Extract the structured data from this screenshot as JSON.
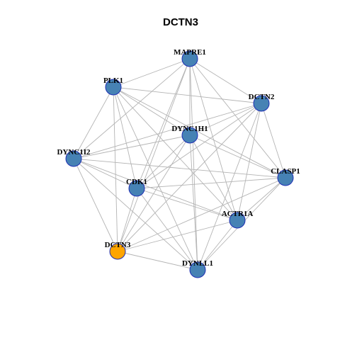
{
  "title": "DCTN3",
  "colors": {
    "node_default": "#4682b4",
    "node_highlight": "#ffa500",
    "node_border": "#1f2fb4",
    "edge": "#b4b4b4"
  },
  "nodes": [
    {
      "id": "MAPRE1",
      "label": "MAPRE1",
      "highlight": false
    },
    {
      "id": "PLK1",
      "label": "PLK1",
      "highlight": false
    },
    {
      "id": "DCTN2",
      "label": "DCTN2",
      "highlight": false
    },
    {
      "id": "DYNC1H1",
      "label": "DYNC1H1",
      "highlight": false
    },
    {
      "id": "DYNC1I2",
      "label": "DYNC1I2",
      "highlight": false
    },
    {
      "id": "CLASP1",
      "label": "CLASP1",
      "highlight": false
    },
    {
      "id": "CDK1",
      "label": "CDK1",
      "highlight": false
    },
    {
      "id": "ACTR1A",
      "label": "ACTR1A",
      "highlight": false
    },
    {
      "id": "DCTN3",
      "label": "DCTN3",
      "highlight": true
    },
    {
      "id": "DYNLL1",
      "label": "DYNLL1",
      "highlight": false
    }
  ],
  "edges": [
    [
      "MAPRE1",
      "PLK1"
    ],
    [
      "MAPRE1",
      "DCTN2"
    ],
    [
      "MAPRE1",
      "DYNC1H1"
    ],
    [
      "MAPRE1",
      "DYNC1I2"
    ],
    [
      "MAPRE1",
      "CLASP1"
    ],
    [
      "MAPRE1",
      "CDK1"
    ],
    [
      "MAPRE1",
      "ACTR1A"
    ],
    [
      "MAPRE1",
      "DCTN3"
    ],
    [
      "MAPRE1",
      "DYNLL1"
    ],
    [
      "PLK1",
      "DCTN2"
    ],
    [
      "PLK1",
      "DYNC1H1"
    ],
    [
      "PLK1",
      "DYNC1I2"
    ],
    [
      "PLK1",
      "CLASP1"
    ],
    [
      "PLK1",
      "CDK1"
    ],
    [
      "PLK1",
      "ACTR1A"
    ],
    [
      "PLK1",
      "DCTN3"
    ],
    [
      "PLK1",
      "DYNLL1"
    ],
    [
      "DCTN2",
      "DYNC1H1"
    ],
    [
      "DCTN2",
      "DYNC1I2"
    ],
    [
      "DCTN2",
      "CLASP1"
    ],
    [
      "DCTN2",
      "CDK1"
    ],
    [
      "DCTN2",
      "ACTR1A"
    ],
    [
      "DCTN2",
      "DCTN3"
    ],
    [
      "DCTN2",
      "DYNLL1"
    ],
    [
      "DYNC1H1",
      "DYNC1I2"
    ],
    [
      "DYNC1H1",
      "CLASP1"
    ],
    [
      "DYNC1H1",
      "CDK1"
    ],
    [
      "DYNC1H1",
      "ACTR1A"
    ],
    [
      "DYNC1H1",
      "DCTN3"
    ],
    [
      "DYNC1H1",
      "DYNLL1"
    ],
    [
      "DYNC1I2",
      "CLASP1"
    ],
    [
      "DYNC1I2",
      "CDK1"
    ],
    [
      "DYNC1I2",
      "DCTN3"
    ],
    [
      "DYNC1I2",
      "DYNLL1"
    ],
    [
      "DYNC1I2",
      "ACTR1A"
    ],
    [
      "CLASP1",
      "CDK1"
    ],
    [
      "CLASP1",
      "ACTR1A"
    ],
    [
      "CLASP1",
      "DCTN3"
    ],
    [
      "CLASP1",
      "DYNLL1"
    ],
    [
      "CDK1",
      "ACTR1A"
    ],
    [
      "CDK1",
      "DCTN3"
    ],
    [
      "CDK1",
      "DYNLL1"
    ],
    [
      "ACTR1A",
      "DCTN3"
    ],
    [
      "ACTR1A",
      "DYNLL1"
    ],
    [
      "DCTN3",
      "DYNLL1"
    ]
  ]
}
